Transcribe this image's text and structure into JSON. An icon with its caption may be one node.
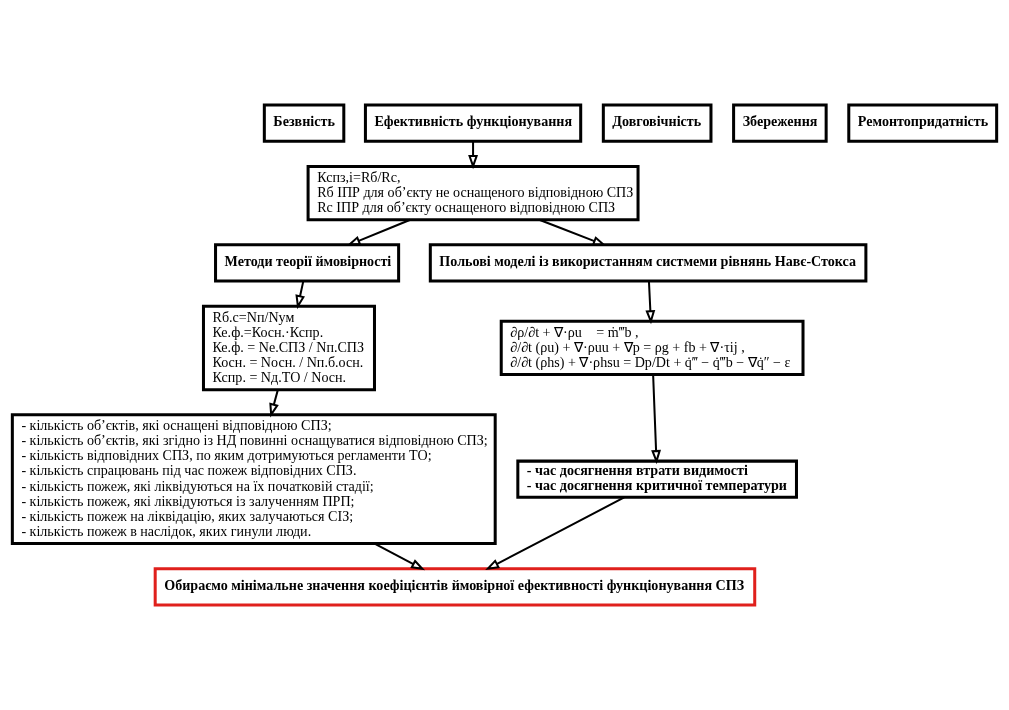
{
  "diagram": {
    "nodes": [
      {
        "text": [
          "Безвність"
        ]
      },
      {
        "text": [
          "Ефективність функціонування"
        ]
      },
      {
        "text": [
          "Довговічність"
        ]
      },
      {
        "text": [
          "Збереження"
        ]
      },
      {
        "text": [
          "Ремонтопридатність"
        ]
      },
      {
        "text": [
          "Кспз,і=Rб/Rс,",
          "Rб ІПР для об’єкту не оснащеного відповідною СПЗ",
          "Rс ІПР для об’єкту оснащеного відповідною СПЗ"
        ]
      },
      {
        "text": [
          "Методи теорії ймовірності"
        ]
      },
      {
        "text": [
          "Польові моделі із використанням систмеми рівнянь Навє-Стокса"
        ]
      },
      {
        "text": [
          "Rб.с=Nп/Nум",
          "Ке.ф.=Косн.·Кспр.",
          "Ке.ф. = Nе.СПЗ / Nп.СПЗ",
          "Косн. = Nосн. / Nп.б.осн.",
          "Кспр. = Nд.ТО / Nосн."
        ]
      },
      {
        "text": [
          "∂ρ/∂t + ∇·ρu⃗ = ṁ‴b ,",
          "∂/∂t (ρu) + ∇·ρuu + ∇p = ρg + fb + ∇·τij ,",
          "∂/∂t (ρhs) + ∇·ρhsu = Dp/Dt + q̇‴ − q̇‴b − ∇q̇″ − ε"
        ]
      },
      {
        "text": [
          "- кількість об’єктів, які оснащені відповідною СПЗ;",
          "- кількість об’єктів, які згідно із НД повинні оснащуватися відповідною СПЗ;",
          "- кількість відповідних СПЗ, по яким дотримуються регламенти ТО;",
          "- кількість спрацювань під час пожеж відповідних СПЗ.",
          "- кількість пожеж, які ліквідуються на їх початковій стадії;",
          "- кількість пожеж, які ліквідуються із залученням ПРП;",
          "- кількість пожеж на ліквідацію, яких залучаються СІЗ;",
          "- кількість пожеж в наслідок, яких гинули люди."
        ]
      },
      {
        "text": [
          "- час досягнення втрати видимості",
          "- час досягнення критичної температури"
        ]
      },
      {
        "text": [
          "Обираємо мінімальне значення коефіцієнтів ймовірної ефективності функціонування СПЗ"
        ]
      }
    ],
    "edges": [
      {
        "from": 1,
        "to": 5,
        "arrow": "to"
      },
      {
        "from": 5,
        "to": 6,
        "arrow": "to"
      },
      {
        "from": 5,
        "to": 7,
        "arrow": "to"
      },
      {
        "from": 6,
        "to": 8,
        "arrow": "to"
      },
      {
        "from": 7,
        "to": 9,
        "arrow": "to"
      },
      {
        "from": 8,
        "to": 10,
        "arrow": "to"
      },
      {
        "from": 9,
        "to": 11,
        "arrow": "to"
      },
      {
        "from": 10,
        "to": 12,
        "arrow": "to"
      },
      {
        "from": 11,
        "to": 12,
        "arrow": "to"
      }
    ]
  }
}
